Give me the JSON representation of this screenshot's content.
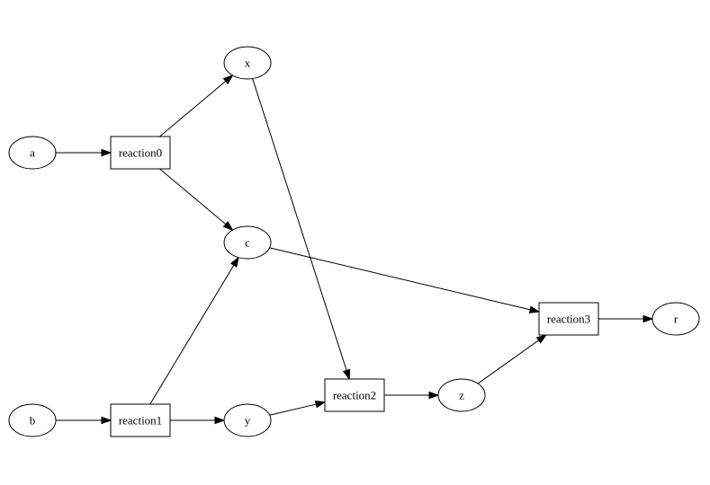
{
  "colors": {
    "stroke": "#000000",
    "fill": "#ffffff",
    "background": "#ffffff"
  },
  "nodes": [
    {
      "id": "a",
      "label": "a",
      "shape": "ellipse"
    },
    {
      "id": "b",
      "label": "b",
      "shape": "ellipse"
    },
    {
      "id": "x",
      "label": "x",
      "shape": "ellipse"
    },
    {
      "id": "c",
      "label": "c",
      "shape": "ellipse"
    },
    {
      "id": "y",
      "label": "y",
      "shape": "ellipse"
    },
    {
      "id": "z",
      "label": "z",
      "shape": "ellipse"
    },
    {
      "id": "r",
      "label": "r",
      "shape": "ellipse"
    },
    {
      "id": "reaction0",
      "label": "reaction0",
      "shape": "box"
    },
    {
      "id": "reaction1",
      "label": "reaction1",
      "shape": "box"
    },
    {
      "id": "reaction2",
      "label": "reaction2",
      "shape": "box"
    },
    {
      "id": "reaction3",
      "label": "reaction3",
      "shape": "box"
    }
  ],
  "edges": [
    {
      "from": "a",
      "to": "reaction0"
    },
    {
      "from": "reaction0",
      "to": "x"
    },
    {
      "from": "reaction0",
      "to": "c"
    },
    {
      "from": "b",
      "to": "reaction1"
    },
    {
      "from": "reaction1",
      "to": "c"
    },
    {
      "from": "reaction1",
      "to": "y"
    },
    {
      "from": "x",
      "to": "reaction2"
    },
    {
      "from": "y",
      "to": "reaction2"
    },
    {
      "from": "reaction2",
      "to": "z"
    },
    {
      "from": "c",
      "to": "reaction3"
    },
    {
      "from": "z",
      "to": "reaction3"
    },
    {
      "from": "reaction3",
      "to": "r"
    }
  ]
}
